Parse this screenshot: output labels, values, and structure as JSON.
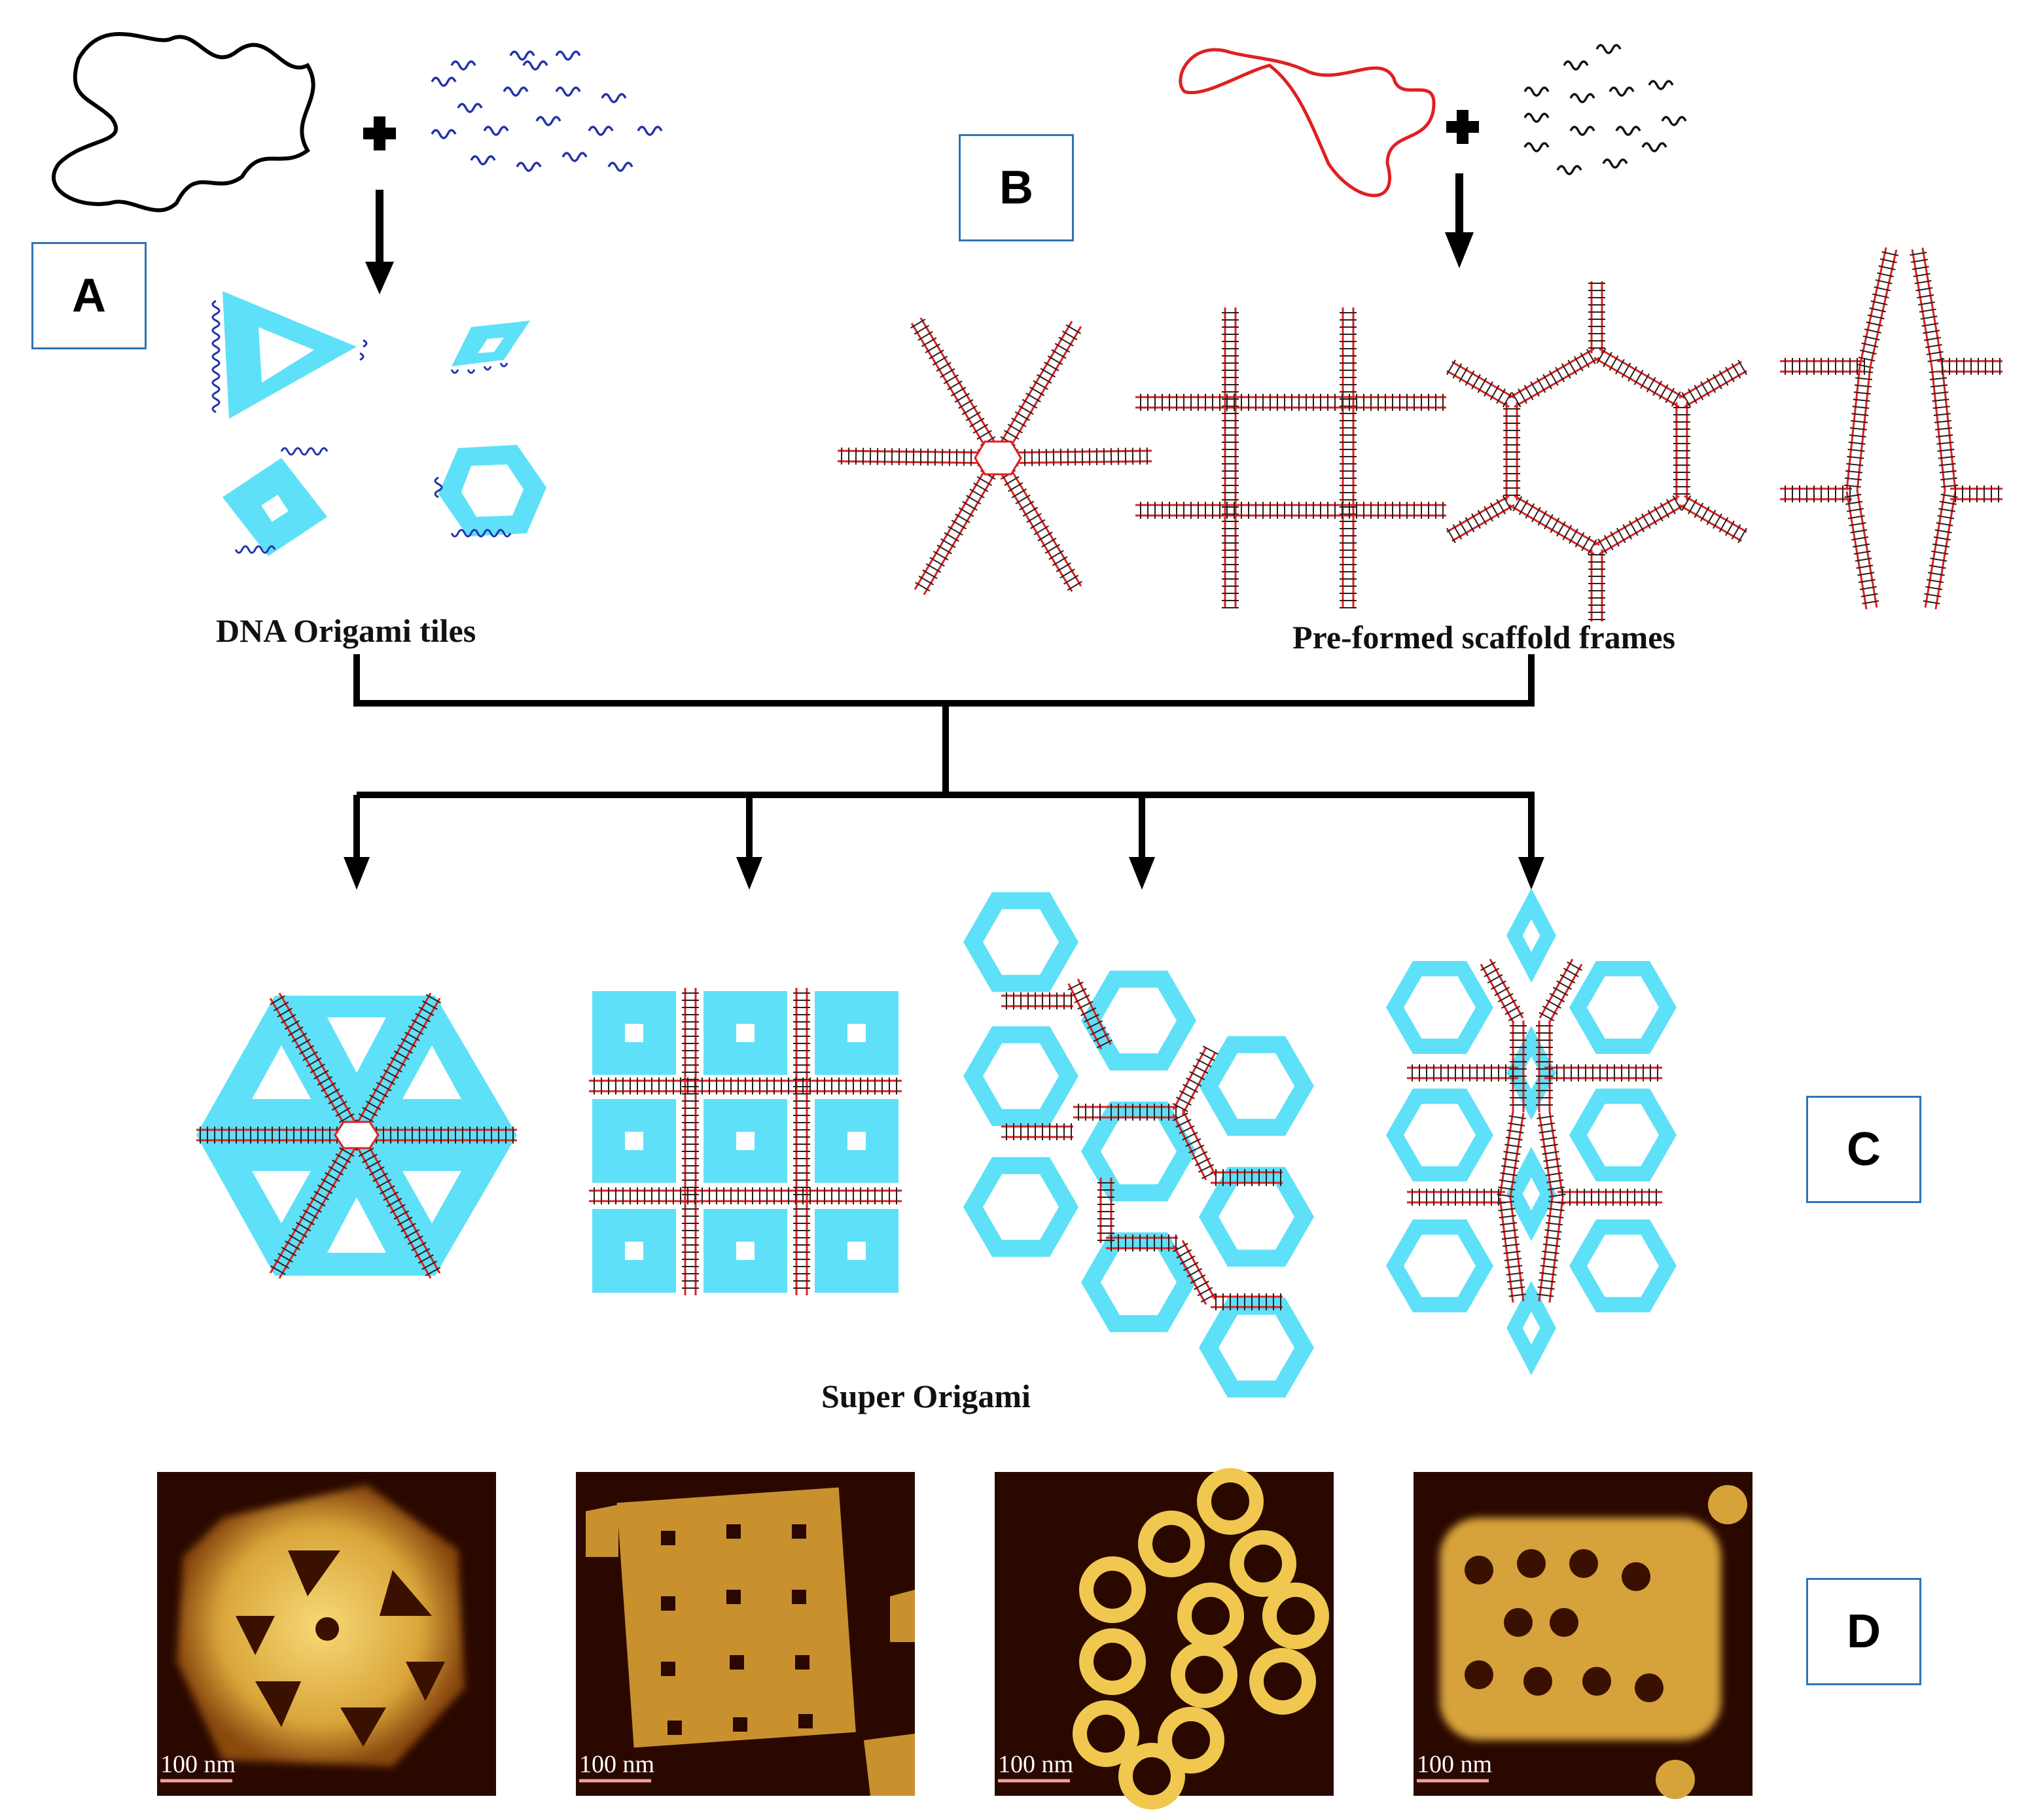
{
  "panels": {
    "a": {
      "label": "A"
    },
    "b": {
      "label": "B"
    },
    "c": {
      "label": "C"
    },
    "d": {
      "label": "D"
    }
  },
  "captions": {
    "tiles": "DNA Origami tiles",
    "frames": "Pre-formed scaffold frames",
    "super": "Super Origami"
  },
  "afm": {
    "scale_bar": "100 nm",
    "images": [
      "afm-hexagonal-triangles",
      "afm-square-grid",
      "afm-hexagon-honeycomb",
      "afm-hexagon-rhombus"
    ]
  },
  "colors": {
    "tile": "#5ee0f8",
    "scaffold_frame": "#e02020",
    "staple_blue": "#2233aa",
    "staple_black": "#111111",
    "afm_background": "#2a0800",
    "afm_feature": "#f0c850"
  }
}
